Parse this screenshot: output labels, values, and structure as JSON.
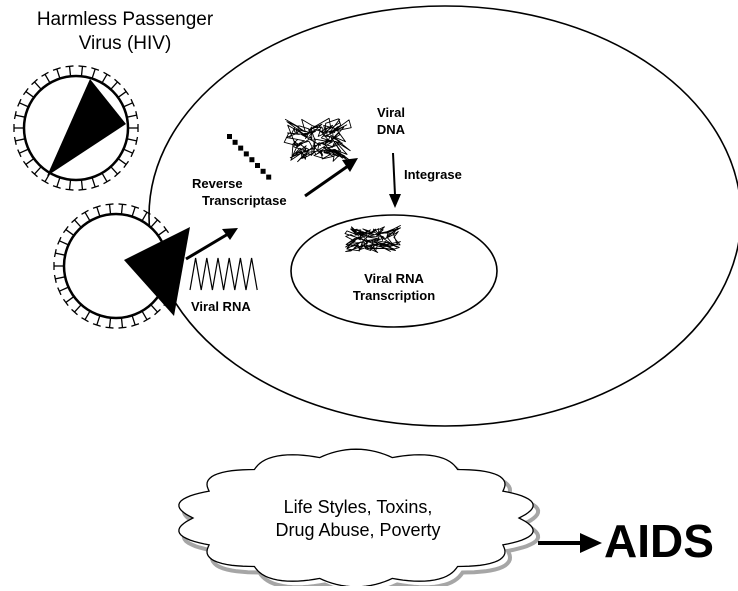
{
  "diagram": {
    "title_line1": "Harmless Passenger",
    "title_line2": "Virus (HIV)",
    "viral_dna_line1": "Viral",
    "viral_dna_line2": "DNA",
    "integrase": "Integrase",
    "reverse_line1": "Reverse",
    "reverse_line2": "Transcriptase",
    "viral_rna": "Viral RNA",
    "nucleus_line1": "Viral RNA",
    "nucleus_line2": "Transcription",
    "cloud_line1": "Life Styles, Toxins,",
    "cloud_line2": "Drug Abuse, Poverty",
    "outcome": "AIDS"
  },
  "colors": {
    "ink": "#000000",
    "cloud_shadow": "#a6a6a6",
    "background": "#ffffff"
  }
}
